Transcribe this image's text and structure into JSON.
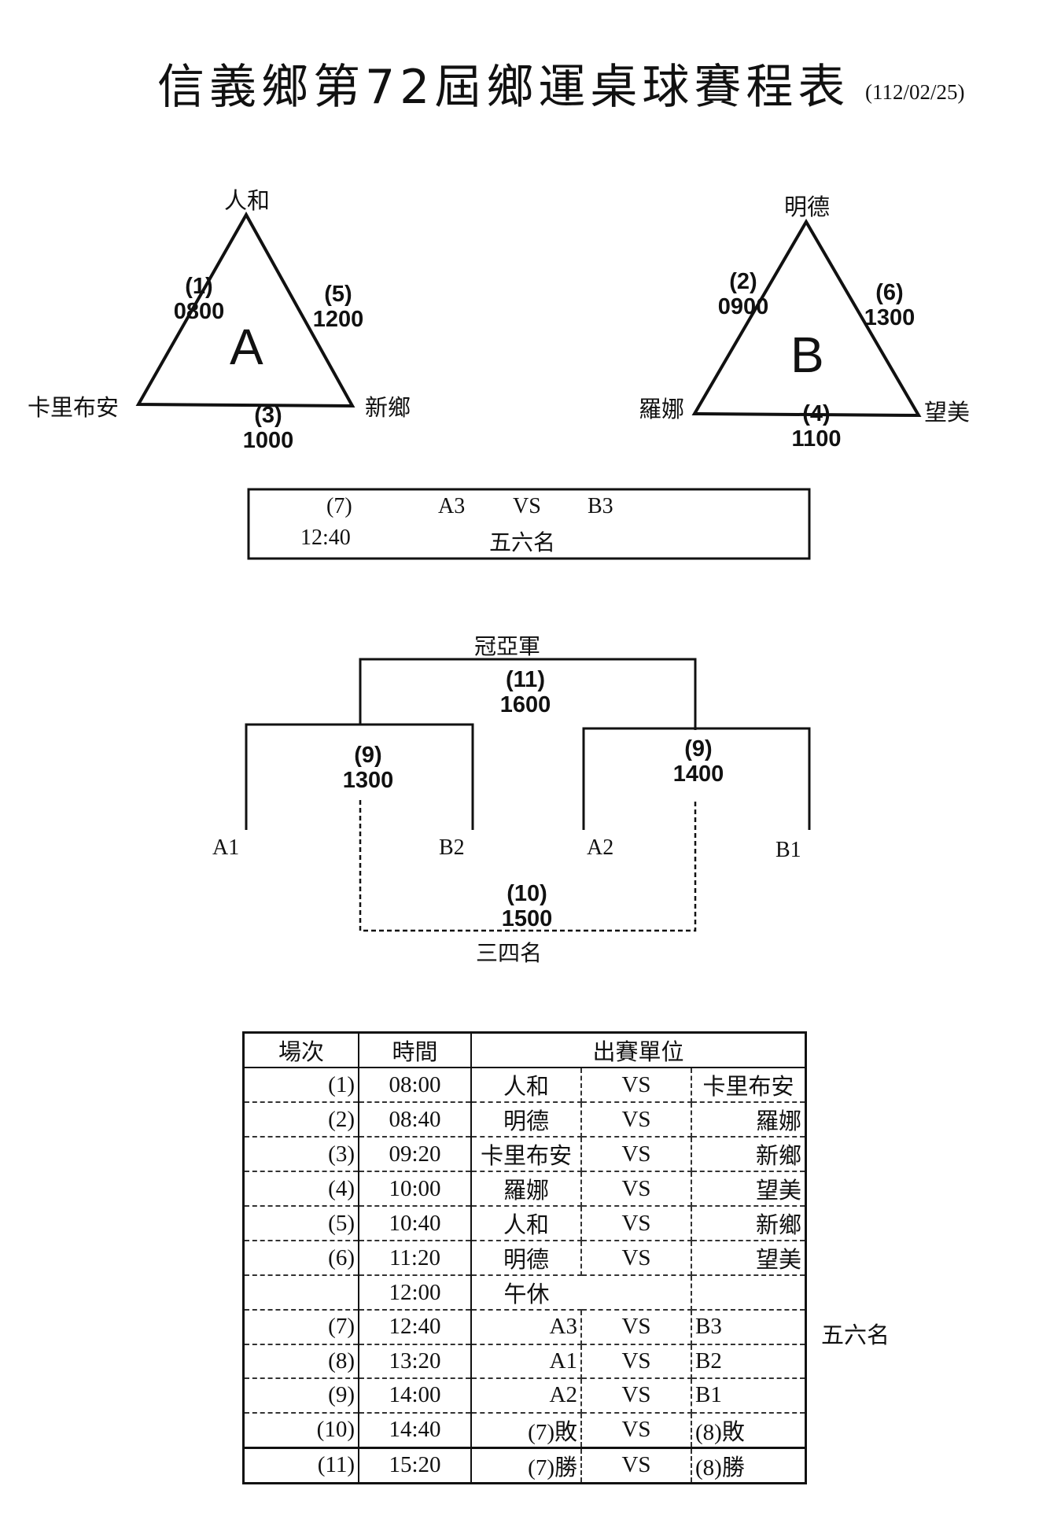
{
  "title": "信義鄉第72屆鄉運桌球賽程表",
  "date": "(112/02/25)",
  "pool_a": {
    "letter": "A",
    "teams": {
      "top": "人和",
      "left": "卡里布安",
      "right": "新鄉"
    },
    "games": {
      "left_side": {
        "num": "(1)",
        "time": "0800"
      },
      "right_side": {
        "num": "(5)",
        "time": "1200"
      },
      "bottom_side": {
        "num": "(3)",
        "time": "1000"
      }
    }
  },
  "pool_b": {
    "letter": "B",
    "teams": {
      "top": "明德",
      "left": "羅娜",
      "right": "望美"
    },
    "games": {
      "left_side": {
        "num": "(2)",
        "time": "0900"
      },
      "right_side": {
        "num": "(6)",
        "time": "1300"
      },
      "bottom_side": {
        "num": "(4)",
        "time": "1100"
      }
    }
  },
  "fifth_sixth": {
    "num": "(7)",
    "time": "12:40",
    "team_a": "A3",
    "vs": "VS",
    "team_b": "B3",
    "label": "五六名"
  },
  "bracket": {
    "final_label": "冠亞軍",
    "final": {
      "num": "(11)",
      "time": "1600"
    },
    "semi_left": {
      "num": "(9)",
      "time": "1300"
    },
    "semi_right": {
      "num": "(9)",
      "time": "1400"
    },
    "seeds": [
      "A1",
      "B2",
      "A2",
      "B1"
    ],
    "third": {
      "num": "(10)",
      "time": "1500"
    },
    "third_label": "三四名"
  },
  "schedule": {
    "headers": [
      "場次",
      "時間",
      "出賽單位"
    ],
    "rows": [
      {
        "num": "(1)",
        "time": "08:00",
        "team1": "人和",
        "vs": "VS",
        "team2": "卡里布安"
      },
      {
        "num": "(2)",
        "time": "08:40",
        "team1": "明德",
        "vs": "VS",
        "team2": "羅娜"
      },
      {
        "num": "(3)",
        "time": "09:20",
        "team1": "卡里布安",
        "vs": "VS",
        "team2": "新鄉"
      },
      {
        "num": "(4)",
        "time": "10:00",
        "team1": "羅娜",
        "vs": "VS",
        "team2": "望美"
      },
      {
        "num": "(5)",
        "time": "10:40",
        "team1": "人和",
        "vs": "VS",
        "team2": "新鄉"
      },
      {
        "num": "(6)",
        "time": "11:20",
        "team1": "明德",
        "vs": "VS",
        "team2": "望美"
      },
      {
        "num": "",
        "time": "12:00",
        "team1": "午休",
        "vs": "",
        "team2": ""
      },
      {
        "num": "(7)",
        "time": "12:40",
        "team1": "A3",
        "vs": "VS",
        "team2": "B3"
      },
      {
        "num": "(8)",
        "time": "13:20",
        "team1": "A1",
        "vs": "VS",
        "team2": "B2"
      },
      {
        "num": "(9)",
        "time": "14:00",
        "team1": "A2",
        "vs": "VS",
        "team2": "B1"
      },
      {
        "num": "(10)",
        "time": "14:40",
        "team1": "(7)敗",
        "vs": "VS",
        "team2": "(8)敗"
      },
      {
        "num": "(11)",
        "time": "15:20",
        "team1": "(7)勝",
        "vs": "VS",
        "team2": "(8)勝"
      }
    ],
    "side_note": "五六名"
  }
}
